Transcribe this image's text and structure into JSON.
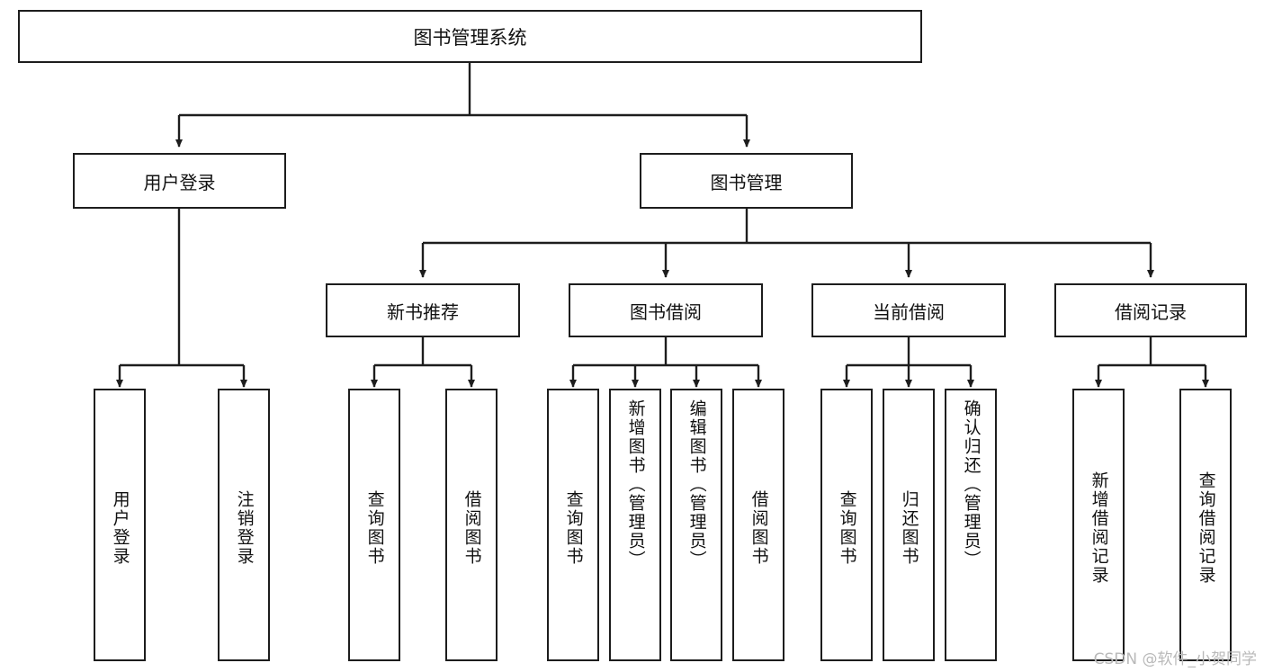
{
  "diagram": {
    "title": "图书管理系统",
    "type": "tree-hierarchy",
    "root": {
      "label": "图书管理系统"
    },
    "level1": [
      {
        "label": "用户登录"
      },
      {
        "label": "图书管理"
      }
    ],
    "level2": [
      {
        "label": "新书推荐"
      },
      {
        "label": "图书借阅"
      },
      {
        "label": "当前借阅"
      },
      {
        "label": "借阅记录"
      }
    ],
    "leaves": {
      "user_login": [
        {
          "label": "用户登录"
        },
        {
          "label": "注销登录"
        }
      ],
      "new_book_recommend": [
        {
          "label": "查询图书"
        },
        {
          "label": "借阅图书"
        }
      ],
      "book_borrow": [
        {
          "label": "查询图书"
        },
        {
          "label": "新增图书（管理员）"
        },
        {
          "label": "编辑图书（管理员）"
        },
        {
          "label": "借阅图书"
        }
      ],
      "current_borrow": [
        {
          "label": "查询图书"
        },
        {
          "label": "归还图书"
        },
        {
          "label": "确认归还（管理员）"
        }
      ],
      "borrow_record": [
        {
          "label": "新增借阅记录"
        },
        {
          "label": "查询借阅记录"
        }
      ]
    }
  },
  "watermark": {
    "text": "CSDN @软件_小贺同学"
  },
  "colors": {
    "border": "#1d1d1d",
    "fill": "#ffffff",
    "text": "#111111",
    "watermark": "#b9b9b9"
  }
}
